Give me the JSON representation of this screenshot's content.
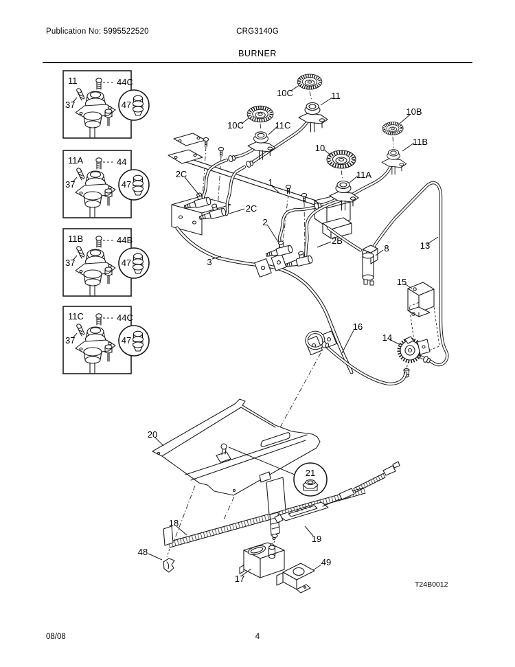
{
  "header": {
    "publication": "Publication No: 5995522520",
    "model": "CRG3140G",
    "title": "BURNER"
  },
  "footer": {
    "date": "08/08",
    "page": "4"
  },
  "diagram": {
    "code": "T24B0012",
    "ink": "#1a1a1a",
    "paper": "#ffffff",
    "insets": [
      {
        "part": "11",
        "screw_top": "44C",
        "screw_side": "37",
        "orifice": "47"
      },
      {
        "part": "11A",
        "screw_top": "44",
        "screw_side": "37",
        "orifice": "47"
      },
      {
        "part": "11B",
        "screw_top": "44B",
        "screw_side": "37",
        "orifice": "47"
      },
      {
        "part": "11C",
        "screw_top": "44C",
        "screw_side": "37",
        "orifice": "47"
      }
    ],
    "callouts": [
      {
        "text": "10C"
      },
      {
        "text": "11"
      },
      {
        "text": "10B"
      },
      {
        "text": "10C"
      },
      {
        "text": "11C"
      },
      {
        "text": "11B"
      },
      {
        "text": "10"
      },
      {
        "text": "11A"
      },
      {
        "text": "2C"
      },
      {
        "text": "1"
      },
      {
        "text": "2C"
      },
      {
        "text": "2"
      },
      {
        "text": "2B"
      },
      {
        "text": "8"
      },
      {
        "text": "13"
      },
      {
        "text": "3"
      },
      {
        "text": "15"
      },
      {
        "text": "16"
      },
      {
        "text": "14"
      },
      {
        "text": "20"
      },
      {
        "text": "21"
      },
      {
        "text": "18"
      },
      {
        "text": "19"
      },
      {
        "text": "48"
      },
      {
        "text": "17"
      },
      {
        "text": "49"
      }
    ]
  }
}
